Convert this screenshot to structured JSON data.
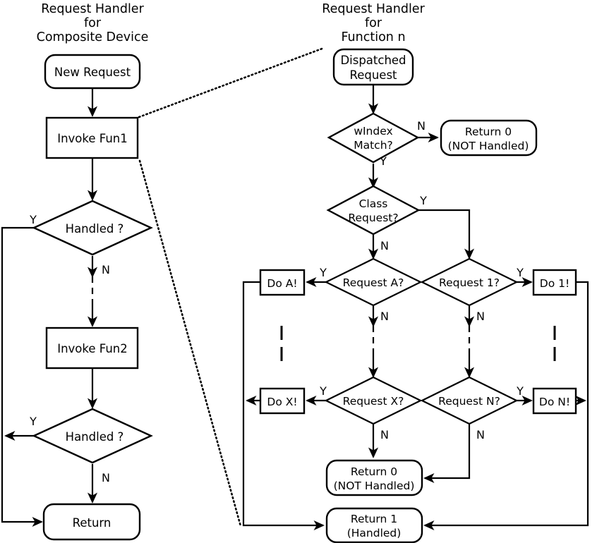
{
  "diagram": {
    "type": "flowchart",
    "titles": {
      "left": [
        "Request Handler",
        "for",
        "Composite Device"
      ],
      "right": [
        "Request Handler",
        "for",
        "Function n"
      ]
    },
    "left_column": {
      "nodes": [
        {
          "id": "new-request",
          "shape": "rounded",
          "label": "New Request"
        },
        {
          "id": "invoke-fun1",
          "shape": "rect",
          "label": "Invoke Fun1"
        },
        {
          "id": "handled-1",
          "shape": "diamond",
          "label": "Handled ?"
        },
        {
          "id": "invoke-fun2",
          "shape": "rect",
          "label": "Invoke Fun2"
        },
        {
          "id": "handled-2",
          "shape": "diamond",
          "label": "Handled ?"
        },
        {
          "id": "return",
          "shape": "rounded",
          "label": "Return"
        }
      ],
      "branch_labels": {
        "handled1_yes": "Y",
        "handled1_no": "N",
        "handled2_yes": "Y",
        "handled2_no": "N"
      }
    },
    "right_column": {
      "nodes": [
        {
          "id": "dispatched-request",
          "shape": "rounded",
          "label_line1": "Dispatched",
          "label_line2": "Request"
        },
        {
          "id": "windex-match",
          "shape": "diamond",
          "label_line1": "wIndex",
          "label_line2": "Match?"
        },
        {
          "id": "return0-top",
          "shape": "rounded",
          "label_line1": "Return 0",
          "label_line2": "(NOT Handled)"
        },
        {
          "id": "class-request",
          "shape": "diamond",
          "label_line1": "Class",
          "label_line2": "Request?"
        },
        {
          "id": "request-a",
          "shape": "diamond",
          "label": "Request A?"
        },
        {
          "id": "do-a",
          "shape": "rect",
          "label": "Do A!"
        },
        {
          "id": "request-1",
          "shape": "diamond",
          "label": "Request 1?"
        },
        {
          "id": "do-1",
          "shape": "rect",
          "label": "Do 1!"
        },
        {
          "id": "request-x",
          "shape": "diamond",
          "label": "Request X?"
        },
        {
          "id": "do-x",
          "shape": "rect",
          "label": "Do X!"
        },
        {
          "id": "request-n",
          "shape": "diamond",
          "label": "Request N?"
        },
        {
          "id": "do-n",
          "shape": "rect",
          "label": "Do N!"
        },
        {
          "id": "return0-bottom",
          "shape": "rounded",
          "label_line1": "Return 0",
          "label_line2": "(NOT Handled)"
        },
        {
          "id": "return1",
          "shape": "rounded",
          "label_line1": "Return 1",
          "label_line2": "(Handled)"
        }
      ],
      "branch_labels": {
        "windex_no": "N",
        "windex_yes": "Y",
        "class_yes": "Y",
        "class_no": "N",
        "request_a_yes": "Y",
        "request_a_no": "N",
        "request_1_yes": "Y",
        "request_1_no": "N",
        "request_x_yes": "Y",
        "request_x_no": "N",
        "request_n_yes": "Y",
        "request_n_no": "N"
      }
    },
    "colors": {
      "stroke": "#000000",
      "fill": "#ffffff",
      "background": "#ffffff"
    }
  }
}
